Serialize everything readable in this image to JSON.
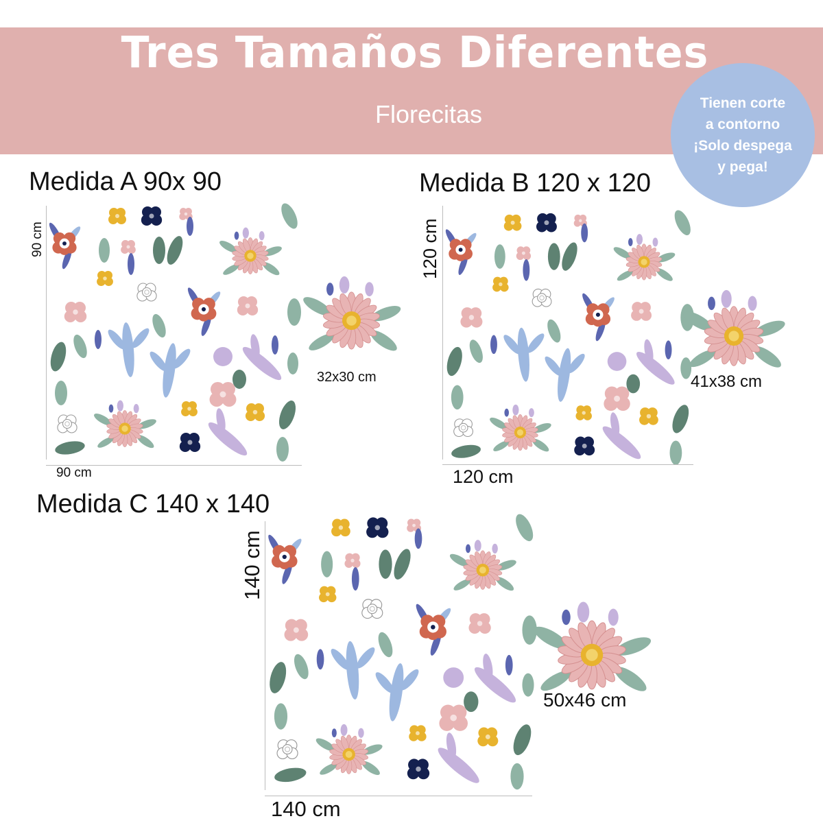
{
  "banner": {
    "title": "Tres Tamaños Diferentes",
    "subtitle": "Florecitas"
  },
  "badge": {
    "lines": [
      "Tienen corte",
      "a contorno",
      "¡Solo despega",
      "y pega!"
    ]
  },
  "sizes": [
    {
      "heading": "Medida A 90x 90",
      "height_label": "90 cm",
      "width_label": "90 cm",
      "single_label": "32x30 cm"
    },
    {
      "heading": "Medida B 120 x 120",
      "height_label": "120 cm",
      "width_label": "120 cm",
      "single_label": "41x38 cm"
    },
    {
      "heading": "Medida C 140 x 140",
      "height_label": "140 cm",
      "width_label": "140 cm",
      "single_label": "50x46 cm"
    }
  ],
  "colors": {
    "banner": "#e0b0ae",
    "badge": "#a8bfe3",
    "pink": "#e8b4b4",
    "orange": "#d0674f",
    "yellow": "#e8b32e",
    "navy": "#14204f",
    "green": "#8fb3a4",
    "darkgreen": "#5e8272",
    "blue": "#9db8e0",
    "indigo": "#5b66b0",
    "lavender": "#c5b2dc"
  }
}
